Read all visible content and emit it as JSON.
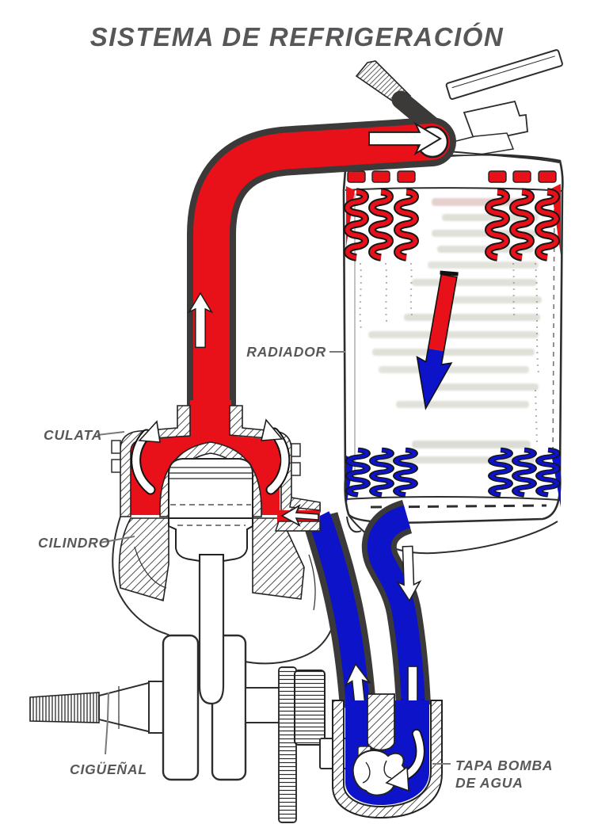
{
  "title": "SISTEMA DE REFRIGERACIÓN",
  "labels": {
    "radiador": "RADIADOR",
    "culata": "CULATA",
    "cilindro": "CILINDRO",
    "ciguenal": "CIGÜEÑAL",
    "tapa_bomba_line1": "TAPA BOMBA",
    "tapa_bomba_line2": "DE AGUA"
  },
  "colors": {
    "hot_coolant": "#e8111a",
    "cold_coolant": "#0d13c9",
    "hose_outline": "#3c3a39",
    "line_art": "#2d2d2d",
    "label_text": "#58585a",
    "background": "#ffffff"
  },
  "flow_indicators": [
    "hot-flow-up-arrow",
    "hot-flow-into-radiator-arrow",
    "radiator-cooling-down-arrow",
    "cold-return-down-arrows",
    "pump-to-engine-up-arrow",
    "coolant-into-engine-arrow",
    "cylinder-head-swirl-arrows",
    "pump-impeller-swirl-arrow"
  ]
}
